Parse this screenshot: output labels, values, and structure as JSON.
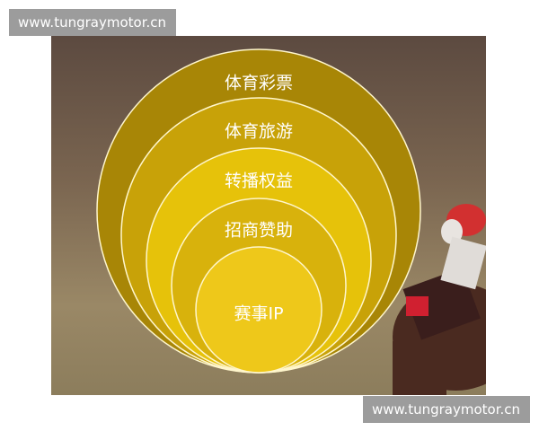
{
  "watermark_top": "www.tungraymotor.cn",
  "watermark_bottom": "www.tungraymotor.cn",
  "layers": [
    {
      "label": "体育彩票",
      "fill": "#a88606"
    },
    {
      "label": "体育旅游",
      "fill": "#c8a208"
    },
    {
      "label": "转播权益",
      "fill": "#e6c20a"
    },
    {
      "label": "招商赞助",
      "fill": "#d8b20c"
    },
    {
      "label": "赛事IP",
      "fill": "#eec81a"
    }
  ],
  "colors": {
    "outline": "#fff6cc",
    "label_text": "#ffffff"
  }
}
